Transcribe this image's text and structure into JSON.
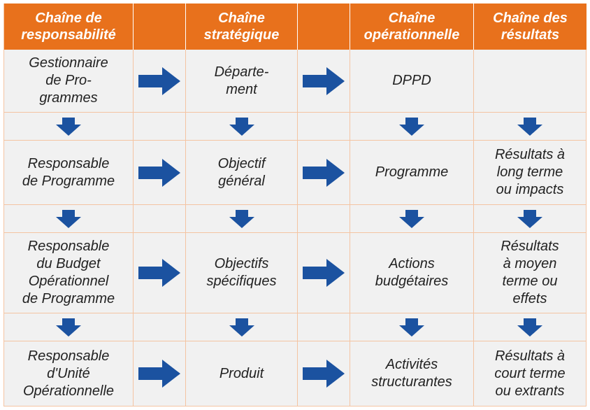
{
  "colors": {
    "header_bg": "#e8711c",
    "header_text": "#ffffff",
    "cell_bg": "#f1f1f1",
    "arrow": "#1b52a0"
  },
  "headers": {
    "responsabilite": "Chaîne de\nresponsabilité",
    "strategique": "Chaîne\nstratégique",
    "operationnelle": "Chaîne\nopérationnelle",
    "resultats": "Chaîne des\nrésultats"
  },
  "rows": [
    {
      "responsabilite": "Gestionnaire\nde Pro-\ngrammes",
      "strategique": "Départe-\nment",
      "operationnelle": "DPPD",
      "resultats": ""
    },
    {
      "responsabilite": "Responsable\nde Programme",
      "strategique": "Objectif\ngénéral",
      "operationnelle": "Programme",
      "resultats": "Résultats à\nlong terme\nou impacts"
    },
    {
      "responsabilite": "Responsable\ndu Budget\nOpérationnel\nde Programme",
      "strategique": "Objectifs\nspécifiques",
      "operationnelle": "Actions\nbudgétaires",
      "resultats": "Résultats\nà moyen\nterme ou\neffets"
    },
    {
      "responsabilite": "Responsable\nd'Unité\nOpérationnelle",
      "strategique": "Produit",
      "operationnelle": "Activités\nstructurantes",
      "resultats": "Résultats à\ncourt terme\nou extrants"
    }
  ]
}
